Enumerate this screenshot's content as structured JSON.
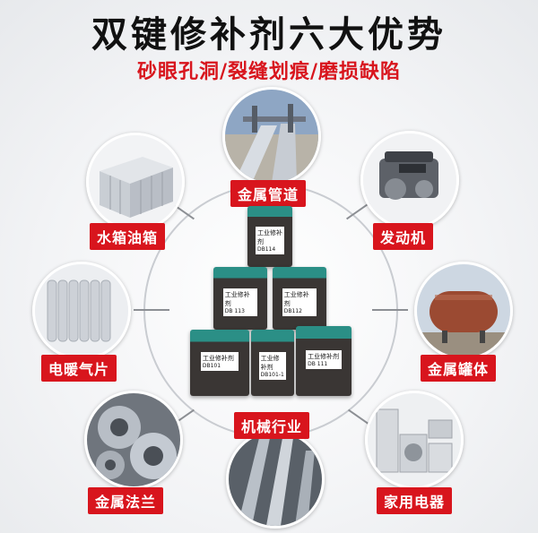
{
  "header": {
    "title": "双键修补剂六大优势",
    "subtitle": "砂眼孔洞/裂缝划痕/磨损缺陷"
  },
  "applications": [
    {
      "id": "pipe",
      "label": "金属管道",
      "icon": "pipeline-icon"
    },
    {
      "id": "tank",
      "label": "水箱油箱",
      "icon": "water-tank-icon"
    },
    {
      "id": "engine",
      "label": "发动机",
      "icon": "engine-icon"
    },
    {
      "id": "radiator",
      "label": "电暖气片",
      "icon": "radiator-icon"
    },
    {
      "id": "vessel",
      "label": "金属罐体",
      "icon": "metal-tank-icon"
    },
    {
      "id": "machinery",
      "label": "机械行业",
      "icon": "machinery-icon"
    },
    {
      "id": "flange",
      "label": "金属法兰",
      "icon": "flange-icon"
    },
    {
      "id": "appliance",
      "label": "家用电器",
      "icon": "appliance-icon"
    }
  ],
  "products": {
    "name": "工业修补剂",
    "codes": [
      "DB114",
      "DB 113",
      "DB112",
      "DB101",
      "DB101-1",
      "DB 111"
    ]
  },
  "colors": {
    "accent": "#d8151d",
    "product_top": "#2b8f86",
    "product_body": "#3a3634"
  }
}
